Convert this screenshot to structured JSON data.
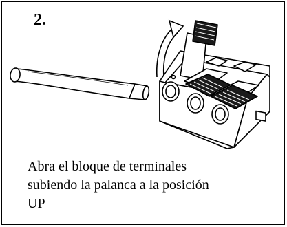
{
  "step": {
    "number": "2."
  },
  "caption": {
    "lines": [
      "Abra el bloque de terminales",
      "subiendo la palanca a la posición",
      "UP"
    ]
  },
  "colors": {
    "stroke": "#000000",
    "background": "#ffffff",
    "lever_fill": "#1a1a1a"
  },
  "icons": [
    "cable-icon",
    "terminal-block-icon",
    "lever-up-arrow-icon"
  ]
}
